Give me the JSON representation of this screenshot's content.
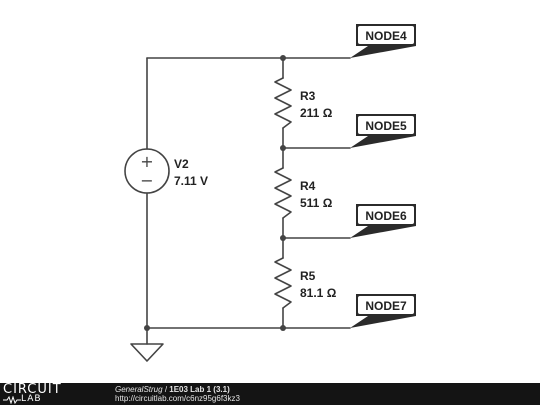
{
  "circuit": {
    "source": {
      "name": "V2",
      "value": "7.11 V",
      "plus_symbol": "+",
      "minus_symbol": "−"
    },
    "resistors": [
      {
        "name": "R3",
        "value": "211 Ω"
      },
      {
        "name": "R4",
        "value": "511 Ω"
      },
      {
        "name": "R5",
        "value": "81.1 Ω"
      }
    ],
    "node_labels": [
      "NODE4",
      "NODE5",
      "NODE6",
      "NODE7"
    ]
  },
  "footer": {
    "logo_top": "CIRCUIT",
    "logo_bottom": "LAB",
    "author": "GeneralStrug",
    "separator": " / ",
    "title": "1E03 Lab 1 (3.1)",
    "url": "http://circuitlab.com/c6nz95g6f3kz3"
  }
}
